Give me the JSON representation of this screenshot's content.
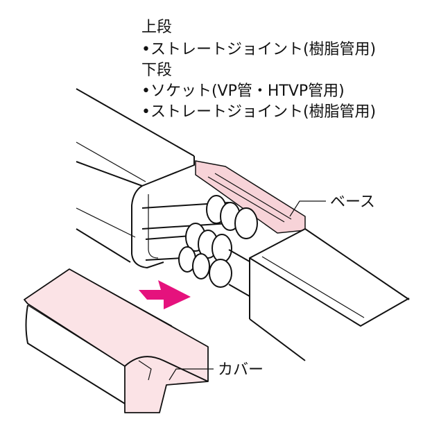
{
  "labels": {
    "upper_heading": "上段",
    "upper_item1": "•ストレートジョイント(樹脂管用)",
    "lower_heading": "下段",
    "lower_item1": "•ソケット(VP管・HTVP管用)",
    "lower_item2": "•ストレートジョイント(樹脂管用)",
    "base": "ベース",
    "cover": "カバー"
  },
  "colors": {
    "cover_fill": "#fbe3e6",
    "base_fill": "#f7d3d8",
    "arrow": "#e5127d",
    "ink": "#111111"
  },
  "icons": {
    "direction_arrow": "arrow-icon"
  }
}
